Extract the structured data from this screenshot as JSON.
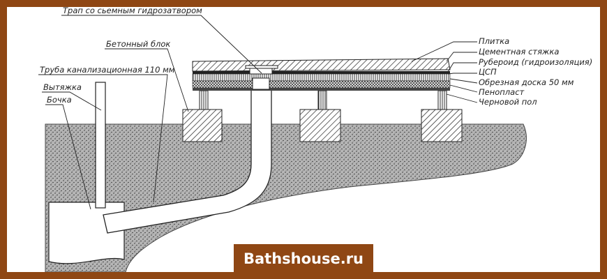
{
  "labels": {
    "drain": "Трап со сьемным гидрозатвором",
    "concrete_block": "Бетонный блок",
    "sewer_pipe": "Труба канализационная 110 мм",
    "vent": "Вытяжка",
    "barrel": "Бочка",
    "tile": "Плитка",
    "screed": "Цементная стяжка",
    "roofing": "Рубероид (гидроизоляция)",
    "csp": "ЦСП",
    "board": "Обрезная доска 50 мм",
    "foam": "Пенопласт",
    "subfloor": "Черновой пол"
  },
  "brand": "Bathshouse.ru",
  "colors": {
    "border": "#8f4714",
    "ground": "#9a9a9a"
  }
}
